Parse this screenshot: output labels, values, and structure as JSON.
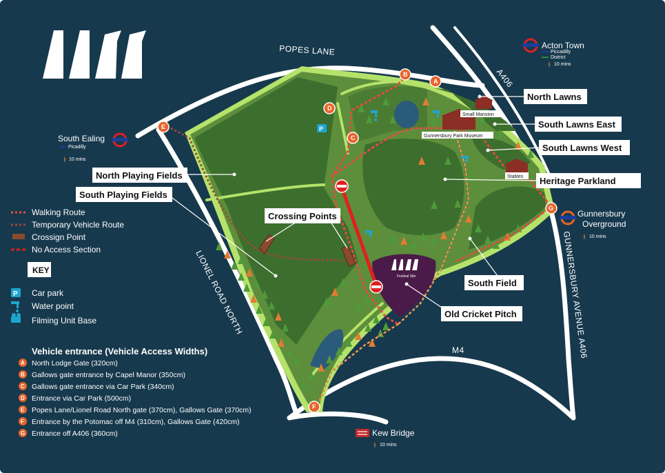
{
  "colors": {
    "background": "#17394d",
    "park_dark": "#3c6e2e",
    "park_light": "#5d8e3b",
    "path_light": "#b5e26a",
    "walking_route": "#e94a3c",
    "vehicle_route": "#9a4a3a",
    "no_access": "#e02020",
    "gate": "#e8642a",
    "festival": "#4a1b48",
    "tree": "#4f9a3a",
    "tree_orange": "#e07b35",
    "water": "#2b5b7a",
    "facility": "#1ea6cf",
    "building": "#8a2e26"
  },
  "roads": {
    "popes_lane": "POPES LANE",
    "a406_top": "A406",
    "lionel_road_north": "LIONEL ROAD NORTH",
    "gunnersbury_avenue": "GUNNERSBURY AVENUE  A406",
    "m4": "M4"
  },
  "stations": {
    "acton_town": {
      "name": "Acton Town",
      "line1": "Piccadilly",
      "line2": "District",
      "walk": "10 mins"
    },
    "south_ealing": {
      "name": "South Ealing",
      "line1": "Picadilly",
      "walk": "10 mins"
    },
    "gunnersbury": {
      "name1": "Gunnersbury",
      "name2": "Overground",
      "walk": "10 mins"
    },
    "kew_bridge": {
      "name": "Kew Bridge",
      "walk": "10 mins"
    }
  },
  "zones": {
    "north_lawns": "North Lawns",
    "south_lawns_east": "South Lawns East",
    "south_lawns_west": "South Lawns West",
    "heritage_parkland": "Heritage Parkland",
    "north_playing_fields": "North Playing Fields",
    "south_playing_fields": "South Playing Fields",
    "crossing_points": "Crossing Points",
    "south_field": "South Field",
    "old_cricket_pitch": "Old Cricket Pitch"
  },
  "buildings": {
    "small_mansion": "Small Mansion",
    "museum": "Gunnersbury Park Museum",
    "stables": "Stables",
    "festival_site": "Festival Site"
  },
  "gates": {
    "a": "A",
    "b": "B",
    "c": "C",
    "d": "D",
    "e": "E",
    "f": "F",
    "g": "G"
  },
  "legend": {
    "walking_route": "Walking Route",
    "temporary_vehicle_route": "Temporary Vehicle Route",
    "crossing_point": "Crossign Point",
    "no_access_section": "No Access Section",
    "key": "KEY",
    "car_park": "Car park",
    "water_point": "Water point",
    "filming_unit_base": "Filming Unit Base"
  },
  "entrances": {
    "title": "Vehicle entrance (Vehicle Access Widths)",
    "items": [
      {
        "letter": "A",
        "text": "North Lodge Gate (320cm)"
      },
      {
        "letter": "B",
        "text": "Gallows gate entrance by Capel Manor (350cm)"
      },
      {
        "letter": "C",
        "text": "Gallows gate entrance via Car Park (340cm)"
      },
      {
        "letter": "D",
        "text": "Entrance via Car Park (500cm)"
      },
      {
        "letter": "E",
        "text": "Popes Lane/Lionel Road North gate (370cm), Gallows Gate (370cm)"
      },
      {
        "letter": "F",
        "text": "Entrance by the Potomac off M4 (310cm), Gallows Gate (420cm)"
      },
      {
        "letter": "G",
        "text": "Entrance off A406 (360cm)"
      }
    ]
  }
}
